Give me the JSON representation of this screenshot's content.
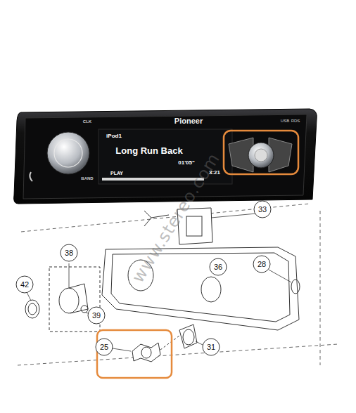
{
  "diagram": {
    "labels": [
      "Pioneer",
      "USB",
      "RDS",
      "CLK",
      "iPod1",
      "Long Run Back",
      "PLAY",
      "01'05\"",
      "3:21",
      "BAND",
      "33",
      "38",
      "36",
      "42",
      "28",
      "39",
      "25",
      "31",
      "www.stereo.com"
    ]
  }
}
